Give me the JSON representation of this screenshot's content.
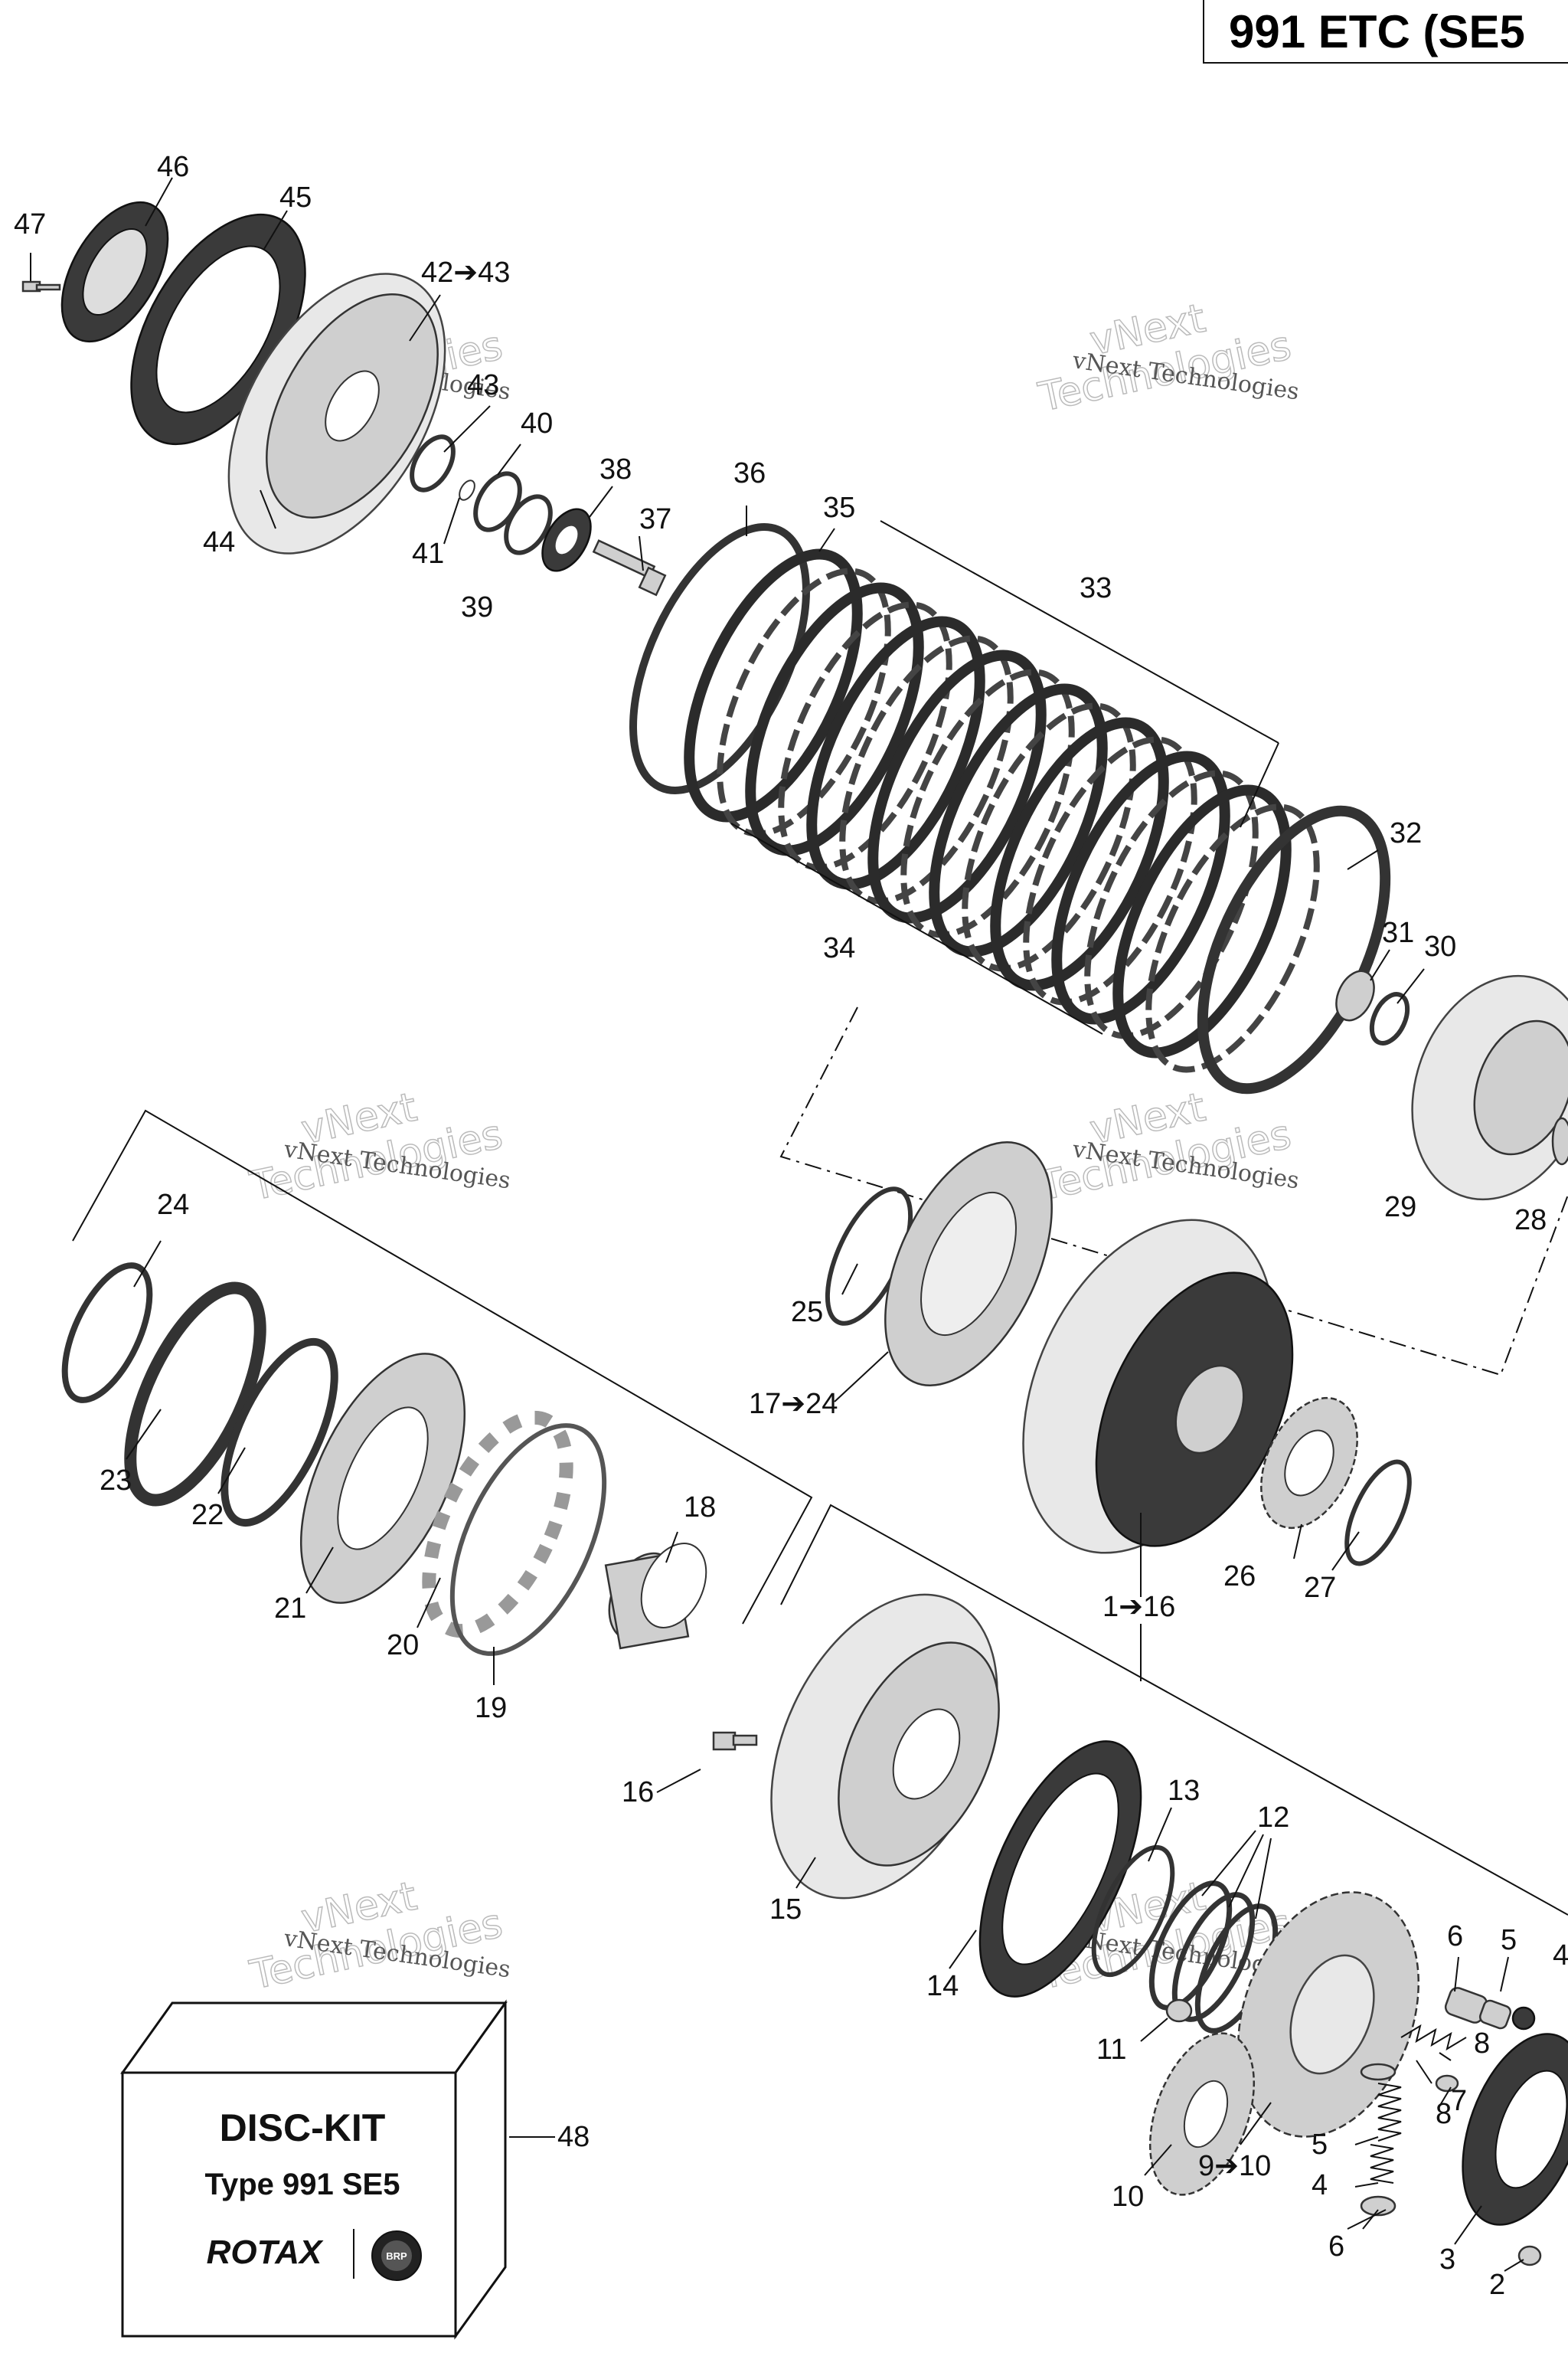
{
  "title": "991 ETC (SE5",
  "watermarks": [
    {
      "line1": "vNext",
      "line2": "Technologies",
      "caption": "vNext Technologies"
    }
  ],
  "callouts": {
    "c47": "47",
    "c46": "46",
    "c45": "45",
    "c4243": "42➔43",
    "c43": "43",
    "c44": "44",
    "c40": "40",
    "c41": "41",
    "c39": "39",
    "c38": "38",
    "c37": "37",
    "c36": "36",
    "c35": "35",
    "c33": "33",
    "c34": "34",
    "c32": "32",
    "c31": "31",
    "c30": "30",
    "c29": "29",
    "c28": "28",
    "c24": "24",
    "c23": "23",
    "c22": "22",
    "c21": "21",
    "c20": "20",
    "c19": "19",
    "c18": "18",
    "c25": "25",
    "c1724": "17➔24",
    "c26": "26",
    "c27": "27",
    "c116": "1➔16",
    "c16": "16",
    "c15": "15",
    "c14": "14",
    "c13": "13",
    "c12": "12",
    "c11": "11",
    "c10": "10",
    "c910": "9➔10",
    "c6a": "6",
    "c5a": "5",
    "c4a": "4",
    "c8a": "8",
    "c7": "7",
    "c8b": "8",
    "c5b": "5",
    "c4b": "4",
    "c6b": "6",
    "c3": "3",
    "c2": "2",
    "c48": "48"
  },
  "kit": {
    "line1": "DISC-KIT",
    "line2": "Type 991 SE5",
    "brand": "ROTAX",
    "logo": "BRP"
  }
}
